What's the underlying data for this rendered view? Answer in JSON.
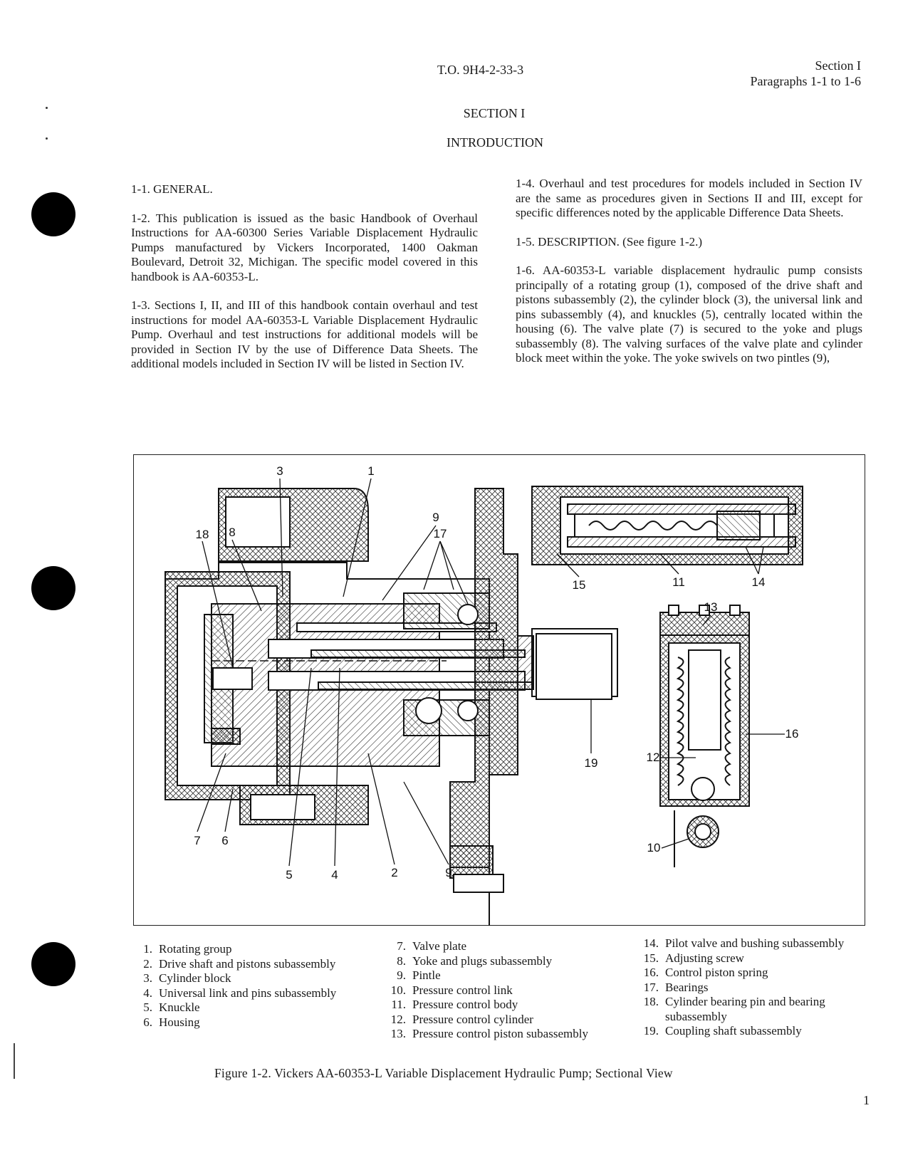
{
  "header": {
    "to_number": "T.O. 9H4-2-33-3",
    "section": "Section I",
    "paragraphs": "Paragraphs 1-1 to 1-6"
  },
  "title": {
    "section": "SECTION I",
    "name": "INTRODUCTION"
  },
  "left_column": [
    "1-1. GENERAL.",
    "1-2. This publication is issued as the basic Handbook of Overhaul Instructions for AA-60300 Series Variable Displacement Hydraulic Pumps manufactured by Vickers Incorporated, 1400 Oakman Boulevard, Detroit 32, Michigan. The specific model covered in this handbook is AA-60353-L.",
    "1-3. Sections I, II, and III of this handbook contain overhaul and test instructions for model AA-60353-L Variable Displacement Hydraulic Pump. Overhaul and test instructions for additional models will be provided in Section IV by the use of Difference Data Sheets. The additional models included in Section IV will be listed in Section IV."
  ],
  "right_column": [
    "1-4. Overhaul and test procedures for models included in Section IV are the same as procedures given in Sections II and III, except for specific differences noted by the applicable Difference Data Sheets.",
    "1-5. DESCRIPTION. (See figure 1-2.)",
    "1-6. AA-60353-L variable displacement hydraulic pump consists principally of a rotating group (1), composed of the drive shaft and pistons subassembly (2), the cylinder block (3), the universal link and pins subassembly (4), and knuckles (5), centrally located within the housing (6). The valve plate (7) is secured to the yoke and plugs subassembly (8). The valving surfaces of the valve plate and cylinder block meet within the yoke. The yoke swivels on two pintles (9),"
  ],
  "figure": {
    "callouts": [
      "1",
      "2",
      "3",
      "4",
      "5",
      "6",
      "7",
      "8",
      "9",
      "9",
      "10",
      "11",
      "12",
      "13",
      "14",
      "15",
      "16",
      "17",
      "18",
      "19"
    ],
    "legend": [
      {
        "n": "1.",
        "t": "Rotating group"
      },
      {
        "n": "2.",
        "t": "Drive shaft and pistons subassembly"
      },
      {
        "n": "3.",
        "t": "Cylinder block"
      },
      {
        "n": "4.",
        "t": "Universal link and pins subassembly"
      },
      {
        "n": "5.",
        "t": "Knuckle"
      },
      {
        "n": "6.",
        "t": "Housing"
      },
      {
        "n": "7.",
        "t": "Valve plate"
      },
      {
        "n": "8.",
        "t": "Yoke and plugs subassembly"
      },
      {
        "n": "9.",
        "t": "Pintle"
      },
      {
        "n": "10.",
        "t": "Pressure control link"
      },
      {
        "n": "11.",
        "t": "Pressure control body"
      },
      {
        "n": "12.",
        "t": "Pressure control cylinder"
      },
      {
        "n": "13.",
        "t": "Pressure control piston subassembly"
      },
      {
        "n": "14.",
        "t": "Pilot valve and bushing subassembly"
      },
      {
        "n": "15.",
        "t": "Adjusting screw"
      },
      {
        "n": "16.",
        "t": "Control piston spring"
      },
      {
        "n": "17.",
        "t": "Bearings"
      },
      {
        "n": "18.",
        "t": "Cylinder bearing pin and bearing subassembly"
      },
      {
        "n": "19.",
        "t": "Coupling shaft subassembly"
      }
    ],
    "caption": "Figure 1-2. Vickers AA-60353-L Variable Displacement Hydraulic Pump; Sectional View"
  },
  "page_number": "1"
}
